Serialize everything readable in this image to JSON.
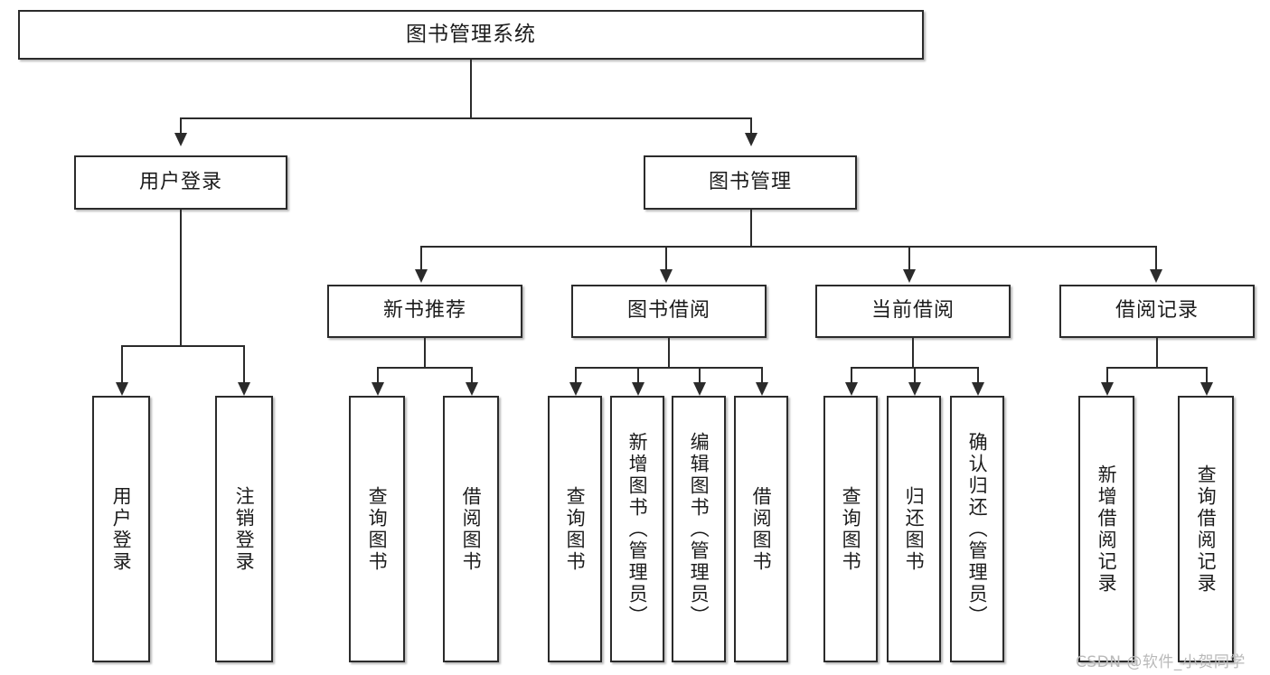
{
  "diagram": {
    "type": "tree-hierarchy",
    "title": "图书管理系统",
    "root": {
      "label": "图书管理系统"
    },
    "level2": [
      {
        "id": "user-login",
        "label": "用户登录"
      },
      {
        "id": "book-manage",
        "label": "图书管理"
      }
    ],
    "level3": [
      {
        "id": "new-book-rec",
        "label": "新书推荐",
        "parent": "book-manage"
      },
      {
        "id": "book-borrow",
        "label": "图书借阅",
        "parent": "book-manage"
      },
      {
        "id": "current-borrow",
        "label": "当前借阅",
        "parent": "book-manage"
      },
      {
        "id": "borrow-record",
        "label": "借阅记录",
        "parent": "book-manage"
      }
    ],
    "leaves": {
      "user-login": [
        {
          "id": "leaf-user-login",
          "label": "用户登录"
        },
        {
          "id": "leaf-user-logout",
          "label": "注销登录"
        }
      ],
      "new-book-rec": [
        {
          "id": "leaf-query-book-1",
          "label": "查询图书"
        },
        {
          "id": "leaf-borrow-book-1",
          "label": "借阅图书"
        }
      ],
      "book-borrow": [
        {
          "id": "leaf-query-book-2",
          "label": "查询图书"
        },
        {
          "id": "leaf-add-book",
          "label": "新增图书（管理员）"
        },
        {
          "id": "leaf-edit-book",
          "label": "编辑图书（管理员）"
        },
        {
          "id": "leaf-borrow-book-2",
          "label": "借阅图书"
        }
      ],
      "current-borrow": [
        {
          "id": "leaf-query-book-3",
          "label": "查询图书"
        },
        {
          "id": "leaf-return-book",
          "label": "归还图书"
        },
        {
          "id": "leaf-confirm-return",
          "label": "确认归还（管理员）"
        }
      ],
      "borrow-record": [
        {
          "id": "leaf-add-record",
          "label": "新增借阅记录"
        },
        {
          "id": "leaf-query-record",
          "label": "查询借阅记录"
        }
      ]
    }
  },
  "watermark": {
    "text": "CSDN @软件_小贺同学"
  },
  "colors": {
    "stroke": "#2b2b2b",
    "fill": "#ffffff",
    "text": "#1c1c1c",
    "watermark": "#b9b9b9"
  }
}
